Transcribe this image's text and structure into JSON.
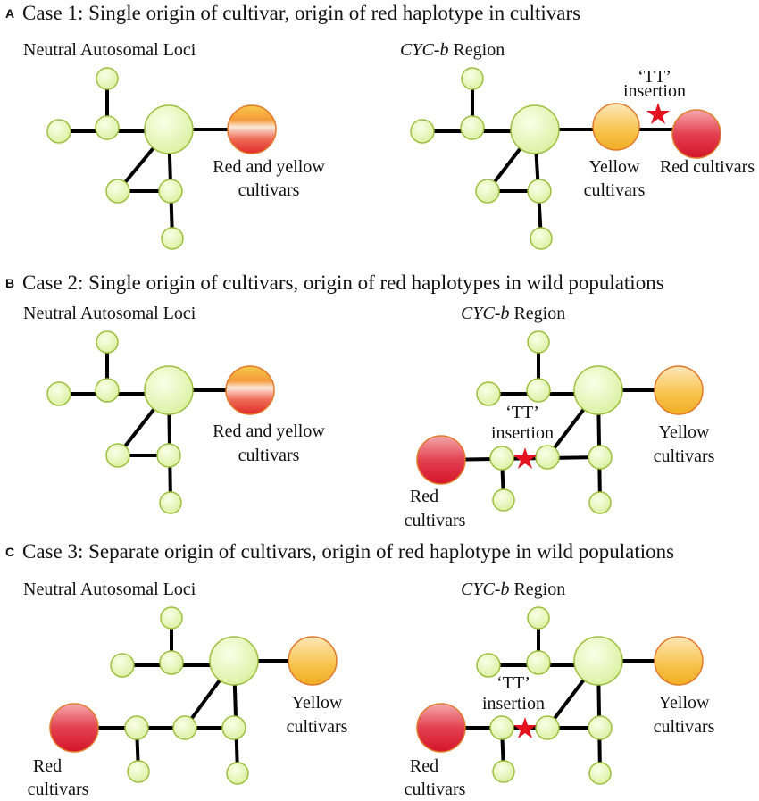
{
  "panels": [
    {
      "letter": "A",
      "caption": "Case 1: Single origin of cultivar, origin of red haplotype in cultivars",
      "left": {
        "title": "Neutral Autosomal Loci",
        "labels": [
          "Red and yellow",
          "cultivars"
        ]
      },
      "right": {
        "title_italic": "CYC-b",
        "title_rest": " Region",
        "insertion": [
          "‘TT’",
          "insertion"
        ],
        "labels_a": [
          "Yellow",
          "cultivars"
        ],
        "labels_b": [
          "Red cultivars"
        ]
      }
    },
    {
      "letter": "B",
      "caption": "Case 2: Single origin of cultivars, origin of red haplotypes in wild populations",
      "left": {
        "title": "Neutral Autosomal Loci",
        "labels": [
          "Red and yellow",
          "cultivars"
        ]
      },
      "right": {
        "title_italic": "CYC-b",
        "title_rest": " Region",
        "insertion": [
          "‘TT’",
          "insertion"
        ],
        "labels_a": [
          "Yellow",
          "cultivars"
        ],
        "labels_b": [
          "Red",
          "cultivars"
        ]
      }
    },
    {
      "letter": "C",
      "caption": "Case 3: Separate origin of cultivars, origin of red haplotype in wild populations",
      "left": {
        "title": "Neutral Autosomal Loci",
        "labels_a": [
          "Yellow",
          "cultivars"
        ],
        "labels_b": [
          "Red",
          "cultivars"
        ]
      },
      "right": {
        "title_italic": "CYC-b",
        "title_rest": " Region",
        "insertion": [
          "‘TT’",
          "insertion"
        ],
        "labels_a": [
          "Yellow",
          "cultivars"
        ],
        "labels_b": [
          "Red",
          "cultivars"
        ]
      }
    }
  ],
  "colors": {
    "node_fill": "#e8f9b8",
    "node_stroke": "#9dbf3f",
    "yellow_haplotype": "#f5b62b",
    "red_haplotype": "#dd1f2e",
    "star": "#e2121f",
    "edge": "#000000"
  },
  "icons": {
    "insertion_marker": "red-star-icon"
  }
}
